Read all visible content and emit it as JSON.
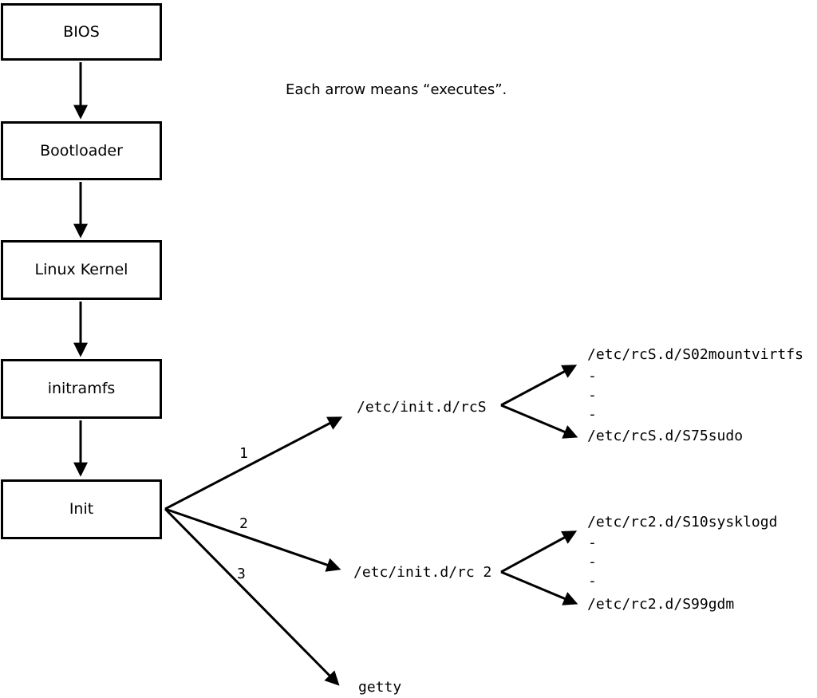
{
  "note": "Each arrow means “executes”.",
  "flow_boxes": [
    {
      "label": "BIOS"
    },
    {
      "label": "Bootloader"
    },
    {
      "label": "Linux Kernel"
    },
    {
      "label": "initramfs"
    },
    {
      "label": "Init"
    }
  ],
  "init_branches": [
    {
      "order": "1",
      "script": "/etc/init.d/rcS",
      "entries": [
        "/etc/rcS.d/S02mountvirtfs",
        "-",
        "-",
        "-",
        "/etc/rcS.d/S75sudo"
      ]
    },
    {
      "order": "2",
      "script": "/etc/init.d/rc 2",
      "entries": [
        "/etc/rc2.d/S10sysklogd",
        "-",
        "-",
        "-",
        "/etc/rc2.d/S99gdm"
      ]
    },
    {
      "order": "3",
      "script": "getty",
      "entries": []
    }
  ],
  "colors": {
    "line": "#000000",
    "background": "#ffffff",
    "box_fill": "#ffffff"
  }
}
